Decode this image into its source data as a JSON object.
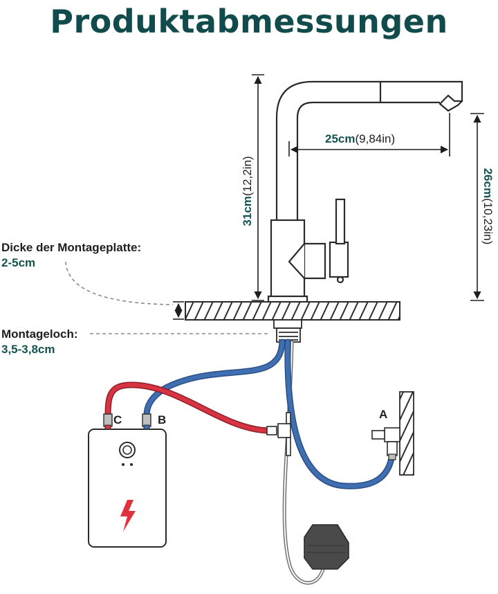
{
  "title": "Produktabmessungen",
  "dimensions": {
    "height": {
      "value": "31cm",
      "imperial": "(12,2in)"
    },
    "reach": {
      "value": "25cm",
      "imperial": "(9,84in)"
    },
    "spout_height": {
      "value": "26cm",
      "imperial": "(10,23in)"
    }
  },
  "plate": {
    "label": "Dicke der Montageplatte:",
    "value": "2-5cm"
  },
  "hole": {
    "label": "Montageloch:",
    "value": "3,5-3,8cm"
  },
  "connections": {
    "c": "C",
    "b": "B",
    "a": "A"
  },
  "colors": {
    "title": "#114b4b",
    "hot": "#d63442",
    "cold": "#3f6fb0",
    "lightning": "#e0323c",
    "outline": "#2a2a2a"
  },
  "icons": [
    "lightning-icon",
    "power-button-icon"
  ]
}
